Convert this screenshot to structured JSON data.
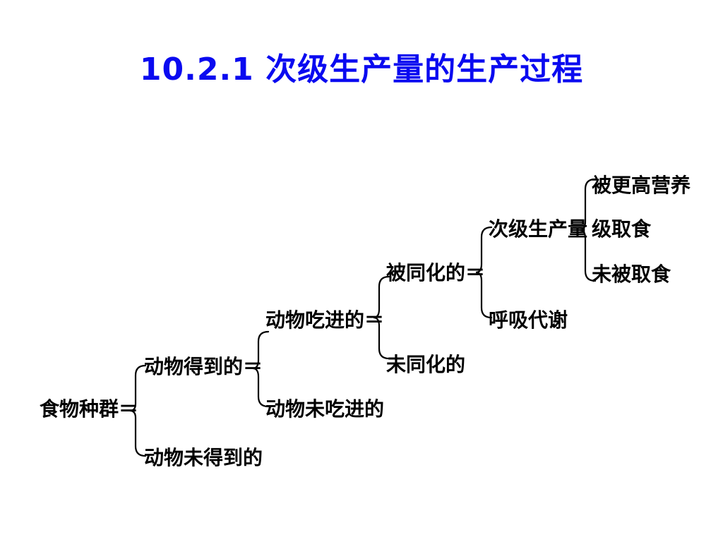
{
  "slide": {
    "title": "10.2.1 次级生产量的生产过程"
  },
  "diagram": {
    "root": "食物种群＝",
    "level1": {
      "obtained": "动物得到的＝",
      "not_obtained": "动物未得到的"
    },
    "level2": {
      "eaten": "动物吃进的＝",
      "not_eaten": "动物未吃进的"
    },
    "level3": {
      "assimilated": "被同化的＝",
      "not_assimilated": "未同化的"
    },
    "level4": {
      "secondary_production": "次级生产量",
      "respiration": "呼吸代谢"
    },
    "level5": {
      "eaten_higher_line1": "被更高营养",
      "eaten_higher_line2": "级取食",
      "not_eaten": "未被取食"
    }
  }
}
